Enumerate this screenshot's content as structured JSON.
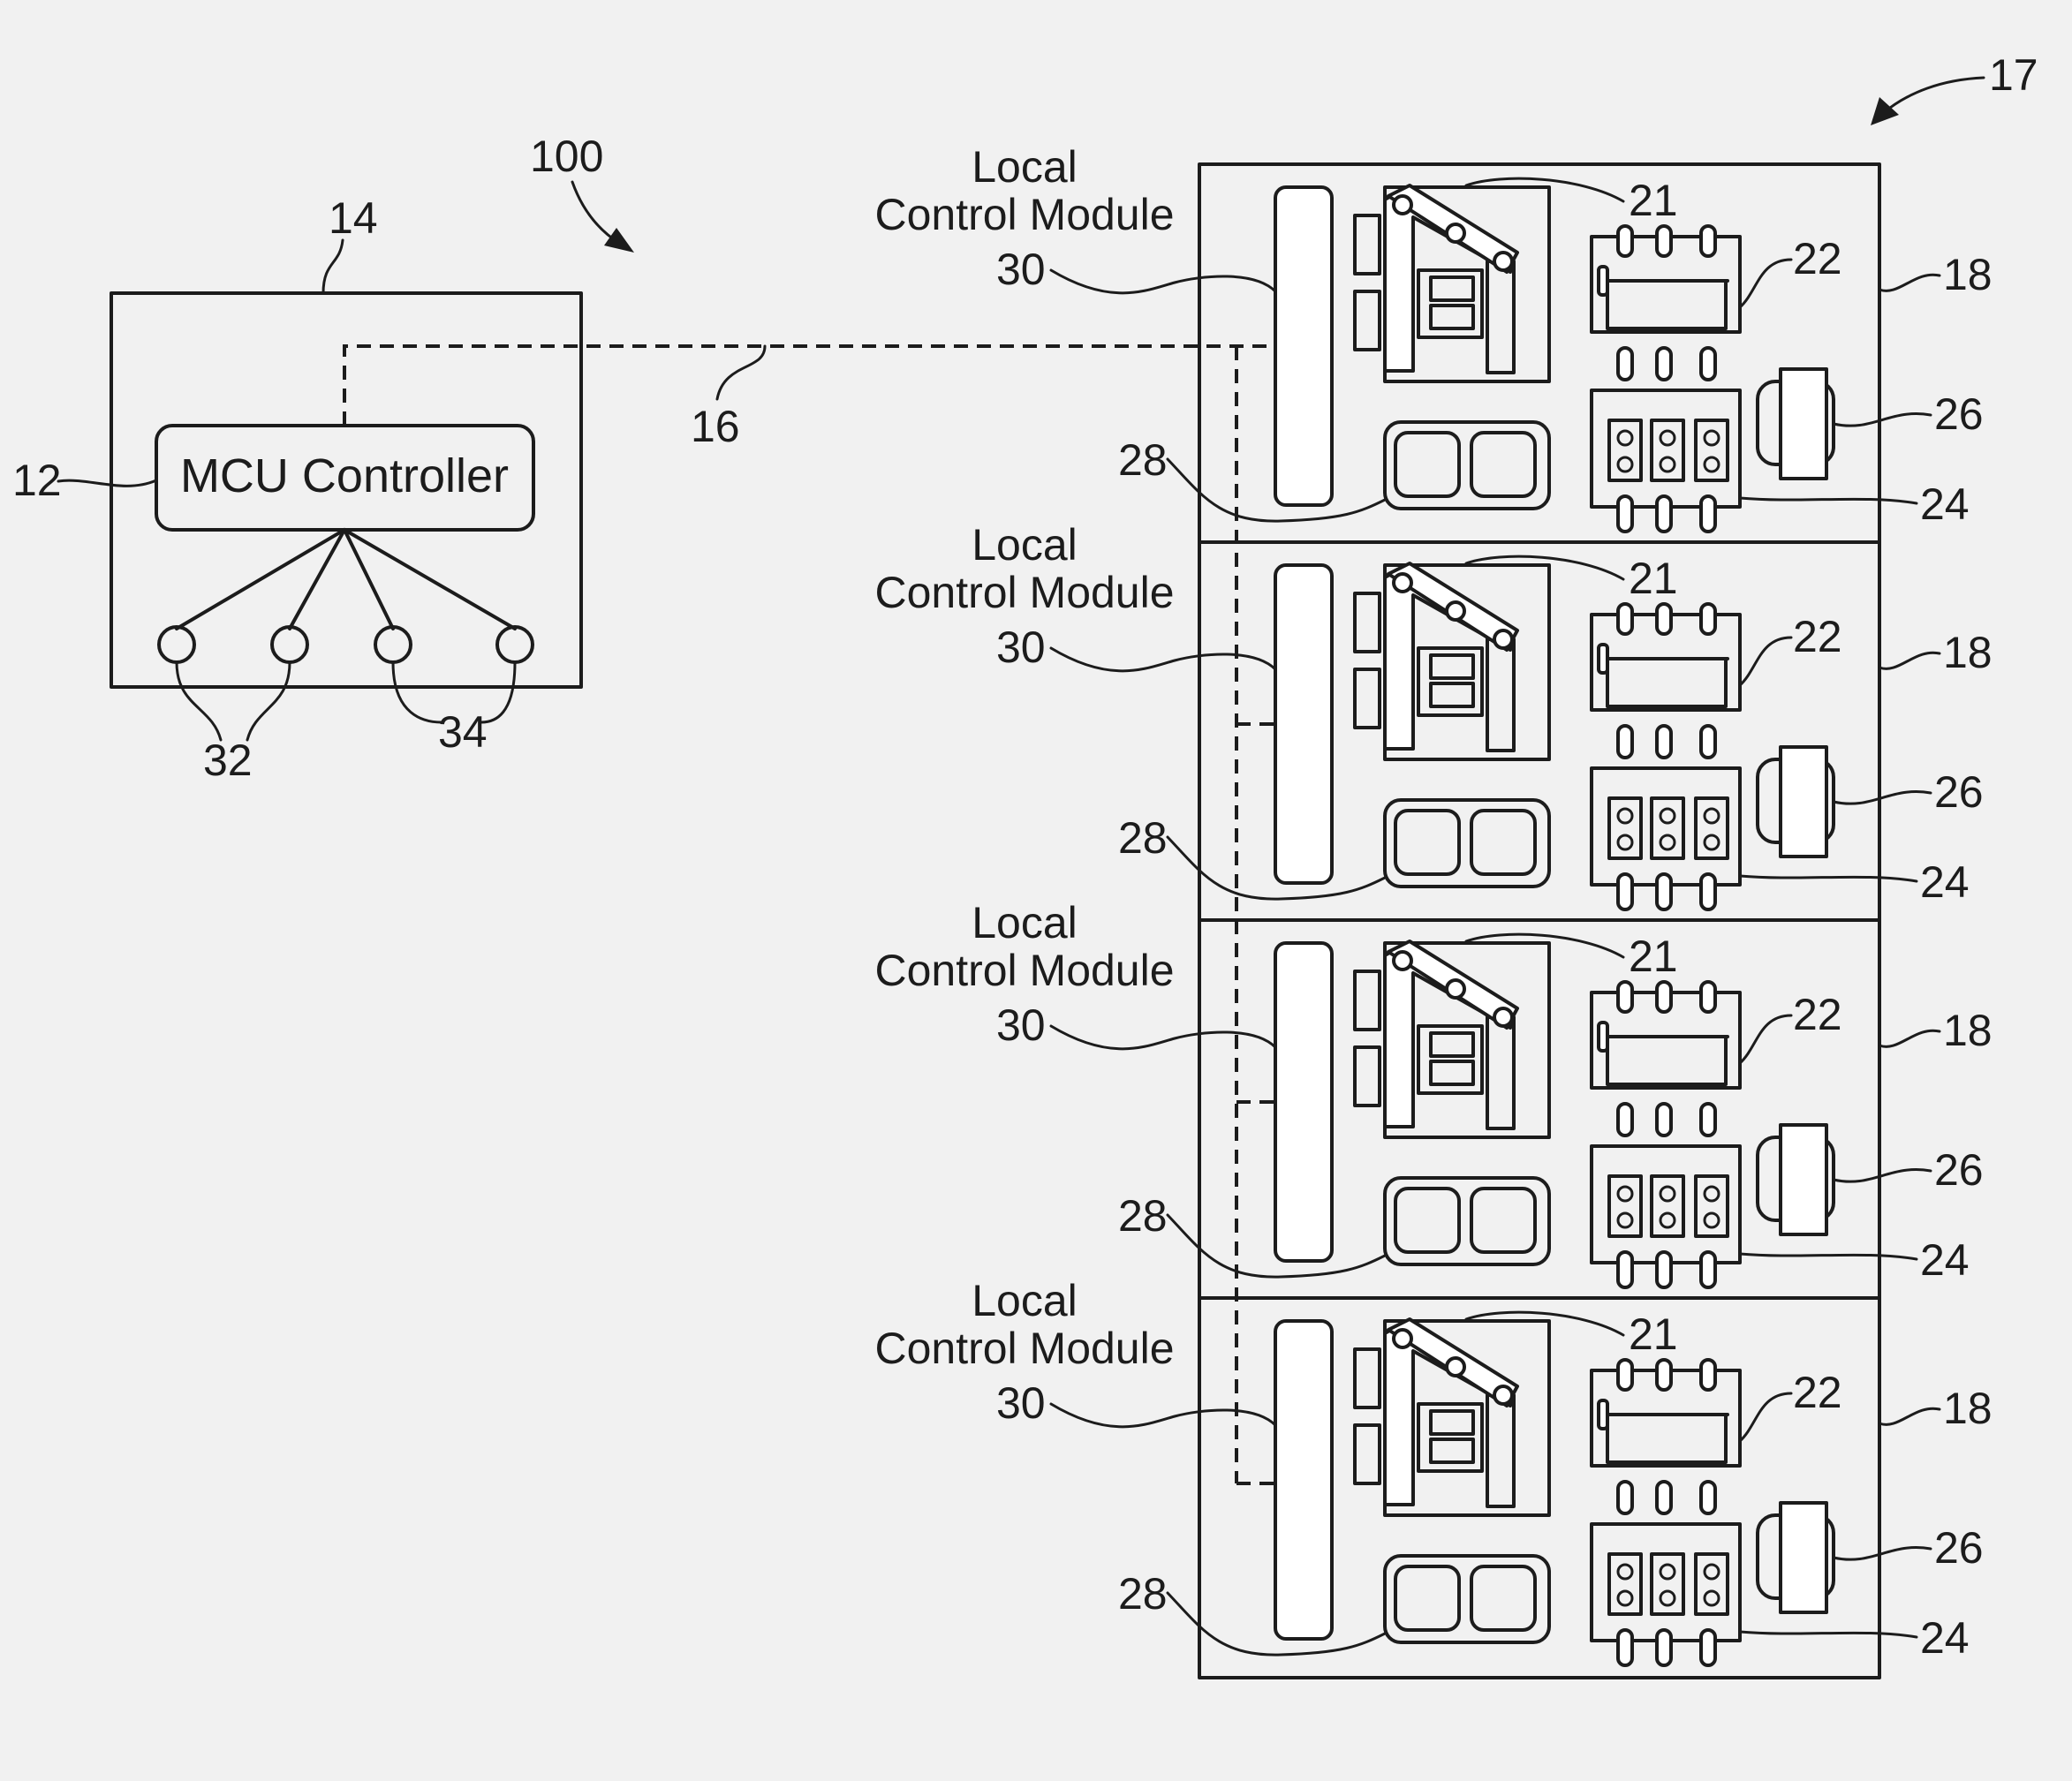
{
  "controller": {
    "label": "MCU Controller",
    "ref_controller": "12",
    "ref_enclosure": "14",
    "ref_indicators_a": "32",
    "ref_indicators_b": "34"
  },
  "system": {
    "ref_system": "100",
    "ref_network": "16",
    "ref_lineup": "17"
  },
  "modules": [
    {
      "caption_line1": "Local",
      "caption_line2": "Control Module",
      "ref_control_module": "30",
      "ref_overload": "21",
      "ref_contactor": "22",
      "ref_breaker": "24",
      "ref_transformer": "26",
      "ref_terminal": "28",
      "ref_bucket": "18"
    },
    {
      "caption_line1": "Local",
      "caption_line2": "Control Module",
      "ref_control_module": "30",
      "ref_overload": "21",
      "ref_contactor": "22",
      "ref_breaker": "24",
      "ref_transformer": "26",
      "ref_terminal": "28",
      "ref_bucket": "18"
    },
    {
      "caption_line1": "Local",
      "caption_line2": "Control Module",
      "ref_control_module": "30",
      "ref_overload": "21",
      "ref_contactor": "22",
      "ref_breaker": "24",
      "ref_transformer": "26",
      "ref_terminal": "28",
      "ref_bucket": "18"
    },
    {
      "caption_line1": "Local",
      "caption_line2": "Control Module",
      "ref_control_module": "30",
      "ref_overload": "21",
      "ref_contactor": "22",
      "ref_breaker": "24",
      "ref_transformer": "26",
      "ref_terminal": "28",
      "ref_bucket": "18"
    }
  ]
}
